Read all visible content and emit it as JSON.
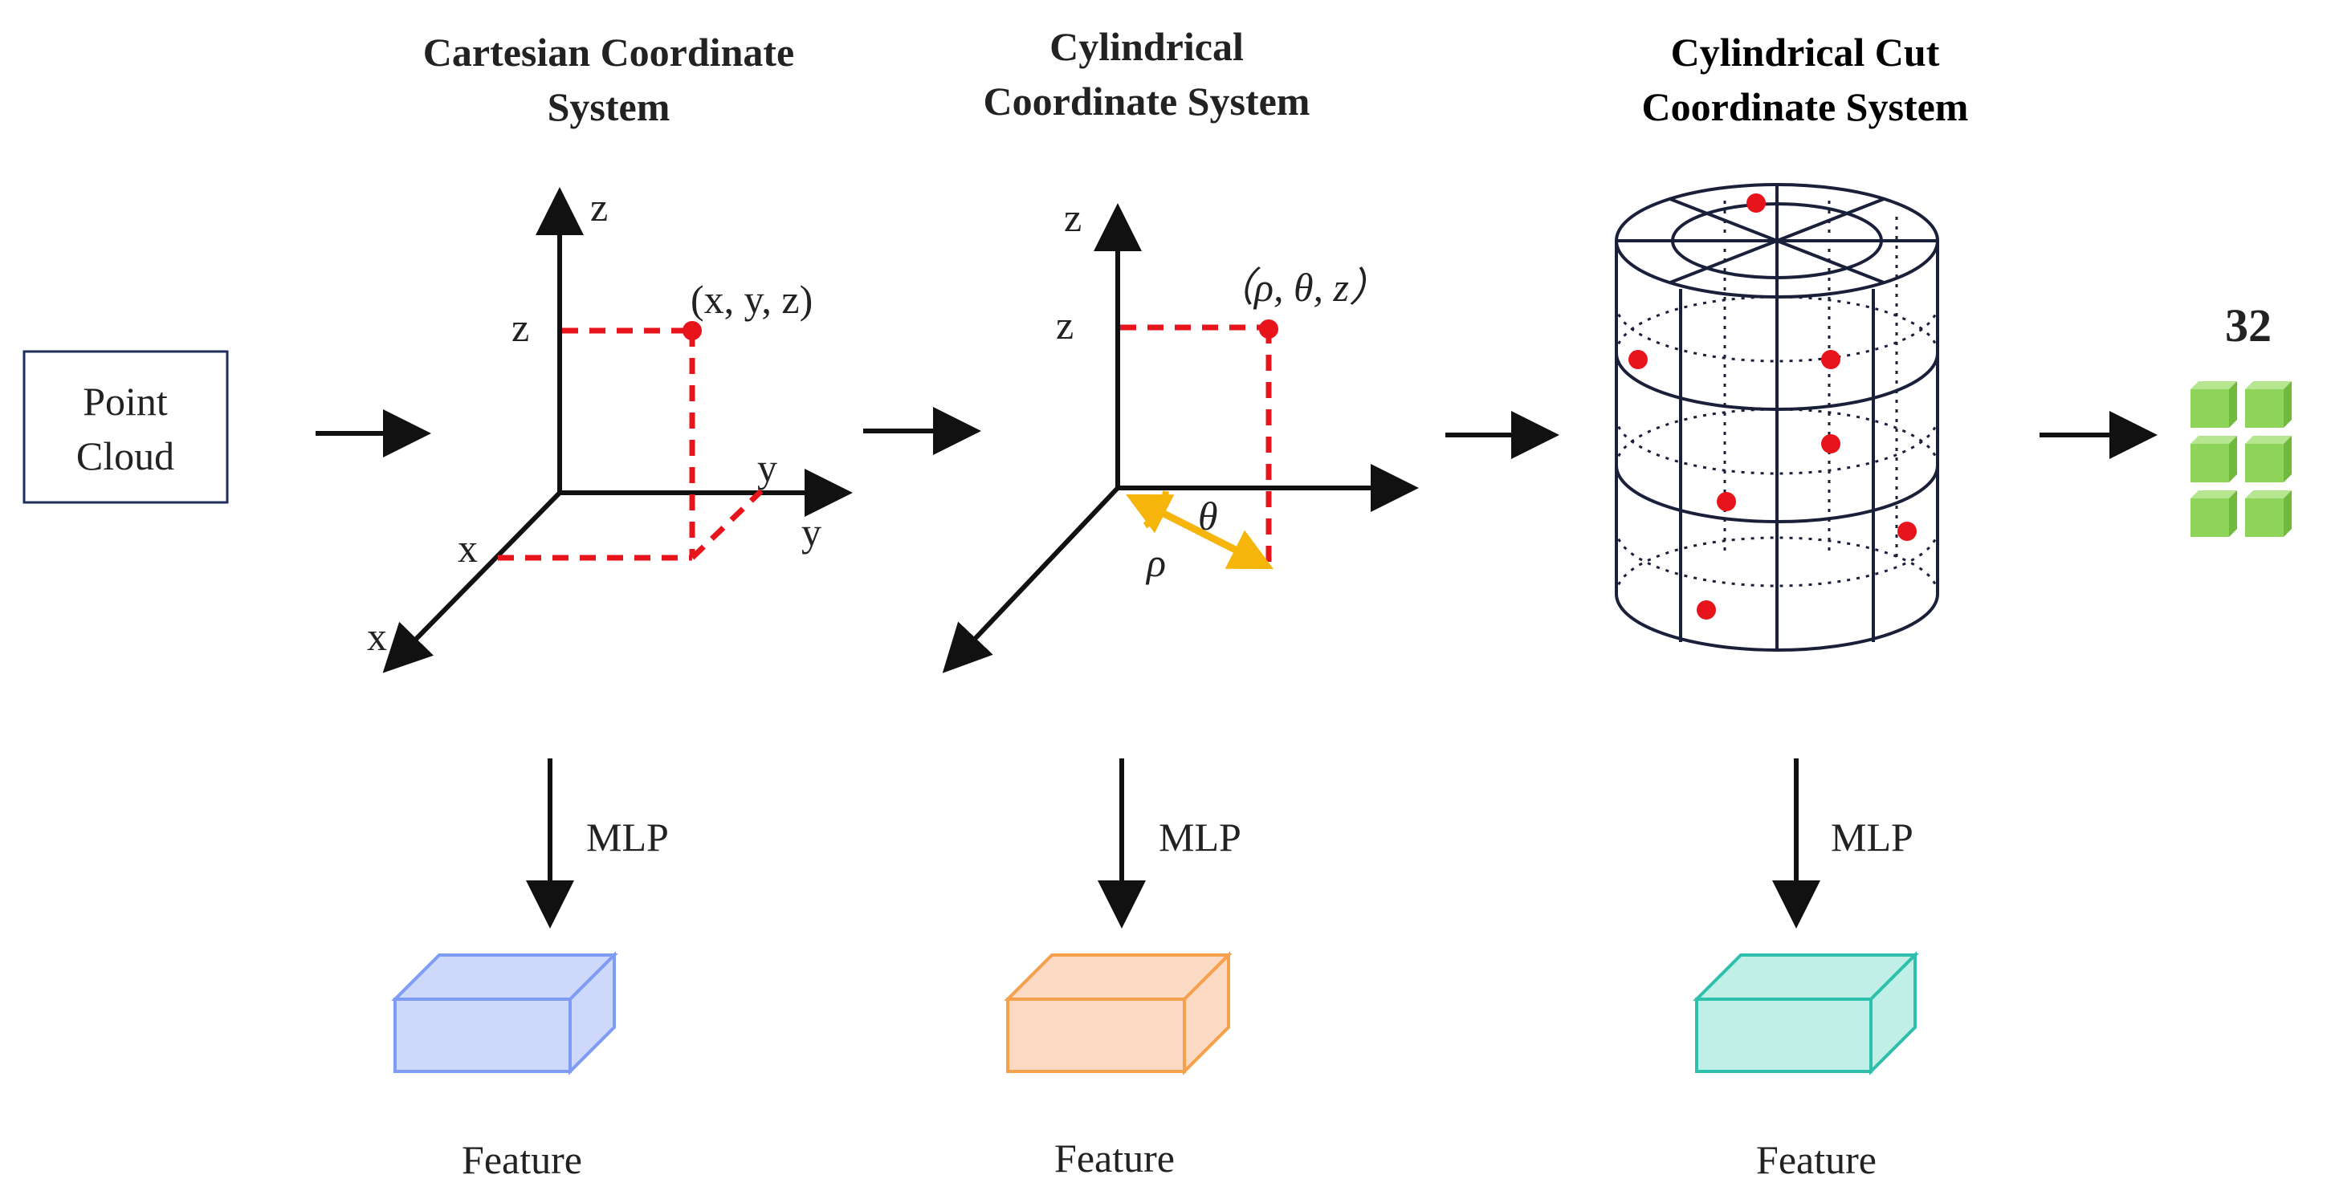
{
  "input": {
    "label_line1": "Point",
    "label_line2": "Cloud"
  },
  "stages": [
    {
      "title_line1": "Cartesian Coordinate",
      "title_line2": "System",
      "axis_z": "z",
      "axis_y": "y",
      "axis_x": "x",
      "tick_z": "z",
      "tick_y": "y",
      "tick_x": "x",
      "point_label": "(x, y, z)",
      "mlp": "MLP",
      "feature": "Feature",
      "feature_color": "#7f9cf5"
    },
    {
      "title_line1": "Cylindrical",
      "title_line2": "Coordinate System",
      "axis_z": "z",
      "tick_z": "z",
      "point_label": "（ρ,  θ,  z）",
      "theta": "θ",
      "rho": "ρ",
      "mlp": "MLP",
      "feature": "Feature",
      "feature_color": "#f5a04d"
    },
    {
      "title_line1": "Cylindrical Cut",
      "title_line2": "Coordinate System",
      "mlp": "MLP",
      "feature": "Feature",
      "feature_color": "#2ebfad"
    }
  ],
  "output": {
    "count": "32"
  },
  "colors": {
    "point": "#e8141b",
    "dashed": "#e8141b",
    "angle": "#f5b50a",
    "grid_cube": "#8ed45a"
  }
}
